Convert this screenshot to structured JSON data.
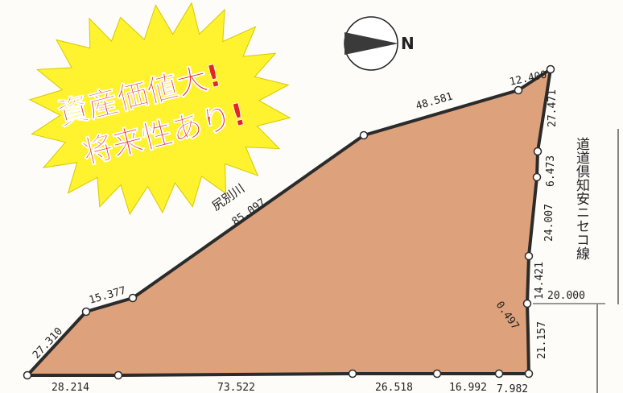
{
  "promo": {
    "line1": "資産価値大!",
    "line2": "将来性あり!",
    "burst_color": "#fff22e",
    "text_color": "#e0281e"
  },
  "north": {
    "letter": "N"
  },
  "river": {
    "name": "尻別川"
  },
  "road": {
    "name": "道道倶知安ニセコ線",
    "width": "20.000"
  },
  "lot": {
    "fill_color": "#dda17b",
    "edge_color": "#2b2b2b"
  },
  "dims": {
    "bottom_1": "28.214",
    "bottom_2": "73.522",
    "bottom_3": "26.518",
    "bottom_4": "16.992",
    "bottom_5": "7.982",
    "left_lower": "27.310",
    "left_short": "15.377",
    "river_edge": "85.097",
    "top_edge": "48.581",
    "top_corner": "12.400",
    "right_1": "27.471",
    "right_2": "6.473",
    "right_3": "24.007",
    "right_4": "14.421",
    "right_5": "0.497",
    "right_6": "21.157"
  }
}
